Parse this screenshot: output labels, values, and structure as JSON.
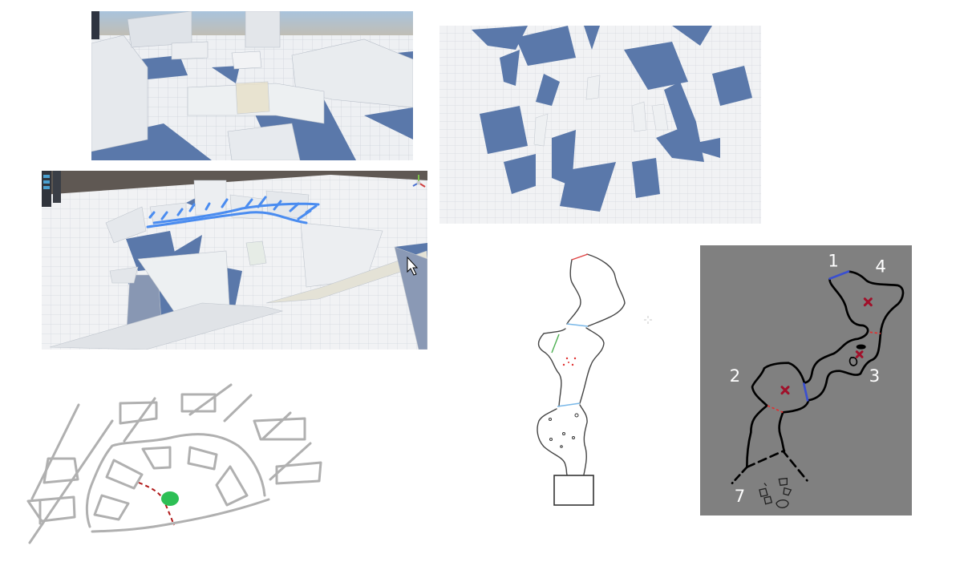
{
  "dark_panel": {
    "labels": [
      "1",
      "4",
      "2",
      "3",
      "7"
    ],
    "background": "#808080",
    "marker_color": "#a0102a",
    "door_color": "#3a4fd0"
  },
  "colors": {
    "shadow_blue": "#5a78aa",
    "sketch_gray": "#b0b0b0",
    "player_green": "#2dbf55",
    "path_red": "#b01818",
    "connector_blue": "#7ab8e8",
    "connector_green": "#4caf50",
    "annotation_blue": "#4a8cf0"
  }
}
